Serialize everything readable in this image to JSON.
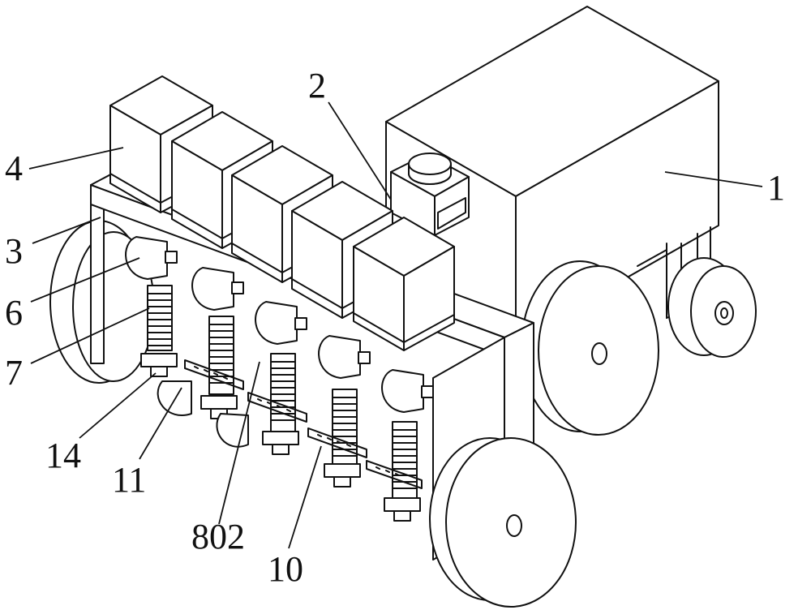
{
  "labels": {
    "l1": "1",
    "l2": "2",
    "l3": "3",
    "l4": "4",
    "l6": "6",
    "l7": "7",
    "l14": "14",
    "l11": "11",
    "l802": "802",
    "l10": "10"
  },
  "colors": {
    "line": "#111111",
    "background": "#ffffff"
  }
}
